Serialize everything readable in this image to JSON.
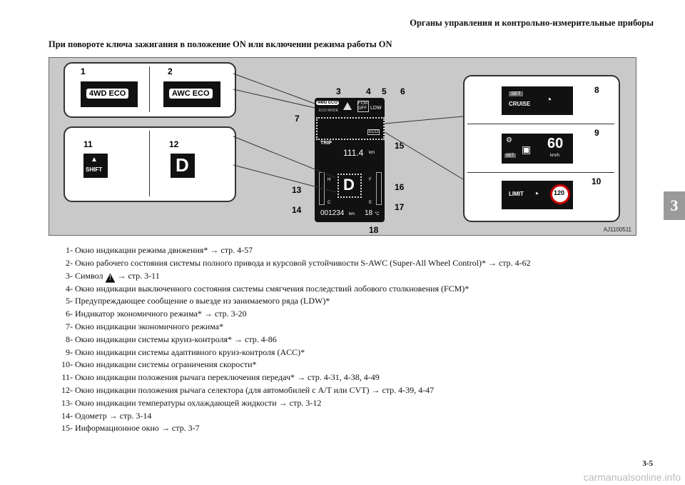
{
  "header": "Органы управления и контрольно-измерительные приборы",
  "subheading": "При повороте ключа зажигания в положение ON или включении режима работы ON",
  "chapter_tab": "3",
  "figure": {
    "code": "AJ1100511",
    "callouts": [
      "1",
      "2",
      "3",
      "4",
      "5",
      "6",
      "7",
      "8",
      "9",
      "10",
      "11",
      "12",
      "13",
      "14",
      "15",
      "16",
      "17",
      "18"
    ],
    "labels": {
      "fwd_eco": "4WD ECO",
      "awc_eco": "AWC ECO",
      "shift": "SHIFT",
      "gear": "D",
      "set": "SET",
      "cruise": "CRUISE",
      "speed": "60",
      "speed_unit": "km/h",
      "limit": "LIMIT",
      "limit_speed": "120",
      "trip": "TRIP",
      "trip_value": "111.4",
      "km": "km",
      "odometer": "001234",
      "temp": "18",
      "temp_unit": "°C",
      "fcm_off": "FCM OFF",
      "ldw": "LDW",
      "eco_mode": "ECO MODE",
      "eco": "ECO",
      "h": "H",
      "c": "C",
      "f": "F",
      "e": "E",
      "set_small": "SET"
    }
  },
  "legend": [
    {
      "num": "1-",
      "text": "Окно индикации режима движения* → стр. 4-57"
    },
    {
      "num": "2-",
      "text": "Окно рабочего состояния системы полного привода и курсовой устойчивости S-AWC (Super-All Wheel Control)* → стр. 4-62"
    },
    {
      "num": "3-",
      "pre": "Символ",
      "post": "→ стр. 3-11"
    },
    {
      "num": "4-",
      "text": "Окно индикации выключенного состояния системы смягчения последствий лобового столкновения (FCM)*"
    },
    {
      "num": "5-",
      "text": "Предупреждающее сообщение о выезде из занимаемого ряда (LDW)*"
    },
    {
      "num": "6-",
      "text": "Индикатор экономичного режима* → стр. 3-20"
    },
    {
      "num": "7-",
      "text": "Окно индикации экономичного режима*"
    },
    {
      "num": "8-",
      "text": "Окно индикации системы круиз-контроля* → стр. 4-86"
    },
    {
      "num": "9-",
      "text": "Окно индикации системы адаптивного круиз-контроля (ACC)*"
    },
    {
      "num": "10-",
      "text": "Окно индикации системы ограничения скорости*"
    },
    {
      "num": "11-",
      "text": "Окно индикации положения рычага переключения передач* → стр. 4-31, 4-38, 4-49"
    },
    {
      "num": "12-",
      "text": "Окно индикации положения рычага селектора (для автомобилей с A/T или CVT) → стр. 4-39, 4-47"
    },
    {
      "num": "13-",
      "text": "Окно индикации температуры охлаждающей жидкости → стр. 3-12"
    },
    {
      "num": "14-",
      "text": "Одометр → стр. 3-14"
    },
    {
      "num": "15-",
      "text": "Информационное окно → стр. 3-7"
    }
  ],
  "page_number": "3-5",
  "watermark": "carmanualsonline.info",
  "colors": {
    "figure_bg": "#c9c9c9",
    "display": "#111111",
    "tab": "#9a9a9a"
  }
}
